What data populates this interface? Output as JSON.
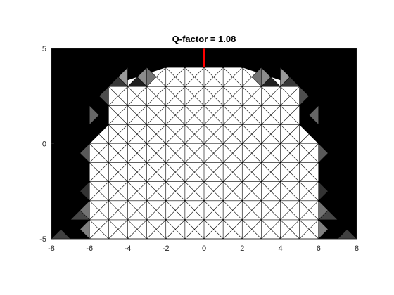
{
  "title": "Q-factor = 1.08",
  "chart_data": {
    "type": "heatmap",
    "title": "Q-factor = 1.08",
    "xlabel": "",
    "ylabel": "",
    "xlim": [
      -8,
      8
    ],
    "ylim": [
      -5,
      5
    ],
    "xticks": [
      -8,
      -6,
      -4,
      -2,
      0,
      2,
      4,
      6,
      8
    ],
    "yticks": [
      -5,
      0,
      5
    ],
    "mesh": "triangulated square grid, 1-unit cells split along both diagonals",
    "colormap": "gray",
    "background_color": "#000000",
    "material_color": "#ffffff",
    "mesh_line_color": "#000000",
    "source_color": "#ff0000",
    "source": {
      "x": 0,
      "y_from": 4,
      "y_to": 5
    },
    "material_region": {
      "columns": [
        {
          "x_from": -6,
          "x_to": 6,
          "y_from": -5,
          "y_to": 0
        },
        {
          "x_from": -5,
          "x_to": 5,
          "y_from": 0,
          "y_to": 3
        },
        {
          "x_from": -2,
          "x_to": 2,
          "y_from": 3,
          "y_to": 4
        }
      ],
      "corner_triangles": [
        {
          "points": [
            [
              -6,
              0
            ],
            [
              -5,
              0
            ],
            [
              -5,
              1
            ]
          ]
        },
        {
          "points": [
            [
              5,
              0
            ],
            [
              6,
              0
            ],
            [
              5,
              1
            ]
          ]
        },
        {
          "points": [
            [
              -5,
              3
            ],
            [
              -2,
              3
            ],
            [
              -2,
              4
            ]
          ]
        },
        {
          "points": [
            [
              2,
              3
            ],
            [
              5,
              3
            ],
            [
              2,
              4
            ]
          ]
        }
      ]
    },
    "gray_triangles": [
      {
        "points": [
          [
            -5,
            3
          ],
          [
            -4,
            3
          ],
          [
            -4.5,
            3.5
          ]
        ],
        "gray": 0.22
      },
      {
        "points": [
          [
            -4,
            3
          ],
          [
            -4,
            4
          ],
          [
            -4.5,
            3.5
          ]
        ],
        "gray": 0.6
      },
      {
        "points": [
          [
            -4,
            3
          ],
          [
            -3,
            3
          ],
          [
            -3.5,
            3.5
          ]
        ],
        "gray": 0.12
      },
      {
        "points": [
          [
            -3,
            3
          ],
          [
            -3,
            4
          ],
          [
            -3.5,
            3.5
          ]
        ],
        "gray": 0.55
      },
      {
        "points": [
          [
            -3,
            4
          ],
          [
            -3,
            3
          ],
          [
            -2.5,
            3.5
          ]
        ],
        "gray": 0.45
      },
      {
        "points": [
          [
            -5,
            3
          ],
          [
            -5,
            2
          ],
          [
            -5.5,
            2.5
          ]
        ],
        "gray": 0.3
      },
      {
        "points": [
          [
            -6,
            2
          ],
          [
            -6,
            1
          ],
          [
            -5.5,
            1.5
          ]
        ],
        "gray": 0.4
      },
      {
        "points": [
          [
            -6,
            0
          ],
          [
            -6,
            -1
          ],
          [
            -6.5,
            -0.5
          ]
        ],
        "gray": 0.35
      },
      {
        "points": [
          [
            -6,
            -2
          ],
          [
            -6,
            -3
          ],
          [
            -6.5,
            -2.5
          ]
        ],
        "gray": 0.2
      },
      {
        "points": [
          [
            -6,
            -3
          ],
          [
            -6,
            -4
          ],
          [
            -6.5,
            -3.5
          ]
        ],
        "gray": 0.45
      },
      {
        "points": [
          [
            -6,
            -4
          ],
          [
            -7,
            -4
          ],
          [
            -6.5,
            -3.5
          ]
        ],
        "gray": 0.28
      },
      {
        "points": [
          [
            -6,
            -4
          ],
          [
            -6,
            -5
          ],
          [
            -6.5,
            -4.5
          ]
        ],
        "gray": 0.5
      },
      {
        "points": [
          [
            -7,
            -5
          ],
          [
            -8,
            -5
          ],
          [
            -7.5,
            -4.5
          ]
        ],
        "gray": 0.25
      },
      {
        "points": [
          [
            4,
            3
          ],
          [
            5,
            3
          ],
          [
            4.5,
            3.5
          ]
        ],
        "gray": 0.22
      },
      {
        "points": [
          [
            4,
            3
          ],
          [
            4,
            4
          ],
          [
            4.5,
            3.5
          ]
        ],
        "gray": 0.6
      },
      {
        "points": [
          [
            3,
            3
          ],
          [
            4,
            3
          ],
          [
            3.5,
            3.5
          ]
        ],
        "gray": 0.12
      },
      {
        "points": [
          [
            3,
            3
          ],
          [
            3,
            4
          ],
          [
            3.5,
            3.5
          ]
        ],
        "gray": 0.55
      },
      {
        "points": [
          [
            3,
            4
          ],
          [
            3,
            3
          ],
          [
            2.5,
            3.5
          ]
        ],
        "gray": 0.45
      },
      {
        "points": [
          [
            5,
            3
          ],
          [
            5,
            2
          ],
          [
            5.5,
            2.5
          ]
        ],
        "gray": 0.3
      },
      {
        "points": [
          [
            6,
            2
          ],
          [
            6,
            1
          ],
          [
            5.5,
            1.5
          ]
        ],
        "gray": 0.4
      },
      {
        "points": [
          [
            6,
            0
          ],
          [
            6,
            -1
          ],
          [
            6.5,
            -0.5
          ]
        ],
        "gray": 0.35
      },
      {
        "points": [
          [
            6,
            -2
          ],
          [
            6,
            -3
          ],
          [
            6.5,
            -2.5
          ]
        ],
        "gray": 0.2
      },
      {
        "points": [
          [
            6,
            -3
          ],
          [
            6,
            -4
          ],
          [
            6.5,
            -3.5
          ]
        ],
        "gray": 0.45
      },
      {
        "points": [
          [
            6,
            -4
          ],
          [
            7,
            -4
          ],
          [
            6.5,
            -3.5
          ]
        ],
        "gray": 0.28
      },
      {
        "points": [
          [
            6,
            -4
          ],
          [
            6,
            -5
          ],
          [
            6.5,
            -4.5
          ]
        ],
        "gray": 0.5
      },
      {
        "points": [
          [
            7,
            -5
          ],
          [
            8,
            -5
          ],
          [
            7.5,
            -4.5
          ]
        ],
        "gray": 0.25
      }
    ]
  }
}
